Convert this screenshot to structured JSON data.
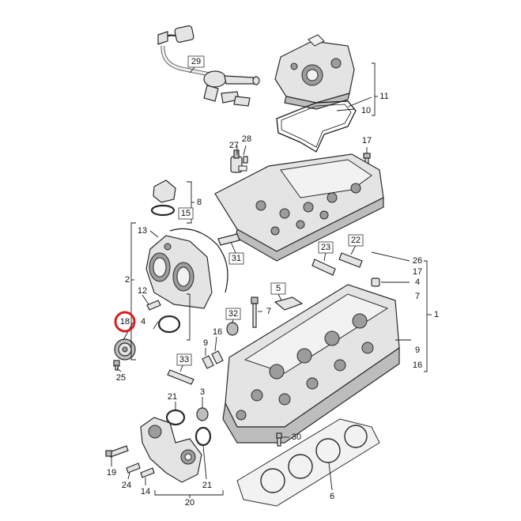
{
  "callouts": [
    {
      "id": "29",
      "label": "29"
    },
    {
      "id": "11",
      "label": "11"
    },
    {
      "id": "10",
      "label": "10"
    },
    {
      "id": "27",
      "label": "27"
    },
    {
      "id": "28",
      "label": "28"
    },
    {
      "id": "17a",
      "label": "17"
    },
    {
      "id": "8",
      "label": "8"
    },
    {
      "id": "15",
      "label": "15"
    },
    {
      "id": "13",
      "label": "13"
    },
    {
      "id": "31",
      "label": "31"
    },
    {
      "id": "22",
      "label": "22"
    },
    {
      "id": "23",
      "label": "23"
    },
    {
      "id": "26",
      "label": "26"
    },
    {
      "id": "17b",
      "label": "17"
    },
    {
      "id": "4a",
      "label": "4"
    },
    {
      "id": "7a",
      "label": "7"
    },
    {
      "id": "2",
      "label": "2"
    },
    {
      "id": "12",
      "label": "12"
    },
    {
      "id": "5",
      "label": "5"
    },
    {
      "id": "7b",
      "label": "7"
    },
    {
      "id": "1",
      "label": "1"
    },
    {
      "id": "18",
      "label": "18"
    },
    {
      "id": "4b",
      "label": "4"
    },
    {
      "id": "32",
      "label": "32"
    },
    {
      "id": "16",
      "label": "16"
    },
    {
      "id": "9a",
      "label": "9"
    },
    {
      "id": "9b",
      "label": "9"
    },
    {
      "id": "16b",
      "label": "16"
    },
    {
      "id": "25",
      "label": "25"
    },
    {
      "id": "33",
      "label": "33"
    },
    {
      "id": "21a",
      "label": "21"
    },
    {
      "id": "3",
      "label": "3"
    },
    {
      "id": "30",
      "label": "30"
    },
    {
      "id": "19",
      "label": "19"
    },
    {
      "id": "24",
      "label": "24"
    },
    {
      "id": "14",
      "label": "14"
    },
    {
      "id": "21b",
      "label": "21"
    },
    {
      "id": "20",
      "label": "20"
    },
    {
      "id": "6",
      "label": "6"
    }
  ],
  "highlighted_callout": "18",
  "colors": {
    "highlight": "#d91e1e",
    "part_fill": "#e4e4e4",
    "line": "#1a1a1a"
  }
}
